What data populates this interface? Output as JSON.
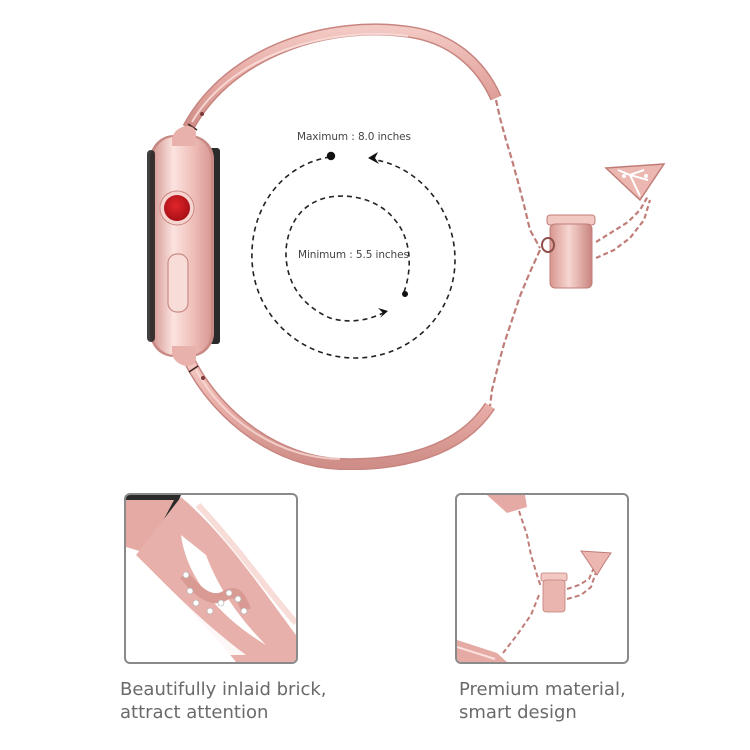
{
  "product": {
    "description": "Rose gold bangle watch band with chain and diamond-shaped charm, attached to smartwatch",
    "colors": {
      "band": "#e6a9a3",
      "band_highlight": "#f6d2cd",
      "band_shadow": "#c88580",
      "crown": "#c8161d",
      "diagram_line": "#222222",
      "text": "#444444",
      "caption_text": "#6a6a6a",
      "panel_border": "#8a8a8a"
    }
  },
  "size_diagram": {
    "maximum_label": "Maximum : 8.0 inches",
    "minimum_label": "Minimum : 5.5 inches"
  },
  "detail_panels": [
    {
      "image": "close-up of inlaid rhinestone band detail",
      "caption_line1": "Beautifully inlaid brick,",
      "caption_line2": "attract attention"
    },
    {
      "image": "close-up of chain and cylinder clasp with diamond charm",
      "caption_line1": "Premium material,",
      "caption_line2": "smart design"
    }
  ]
}
